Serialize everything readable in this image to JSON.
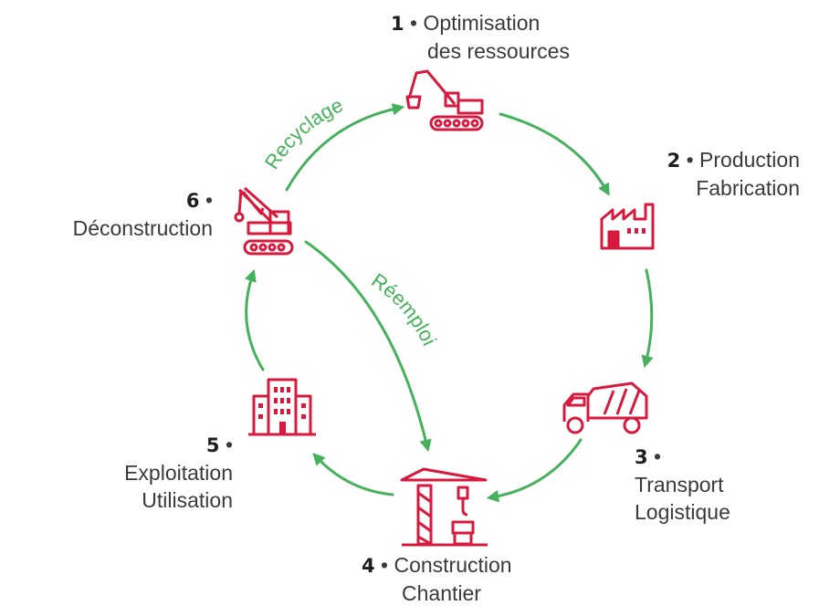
{
  "colors": {
    "icon": "#d6193c",
    "arrow": "#46b15c",
    "text": "#3a3a3a"
  },
  "steps": [
    {
      "number": "1",
      "bullet": "•",
      "line1": "Optimisation",
      "line2": "des ressources",
      "icon": "excavator-icon"
    },
    {
      "number": "2",
      "bullet": "•",
      "line1": "Production",
      "line2": "Fabrication",
      "icon": "factory-icon"
    },
    {
      "number": "3",
      "bullet": "•",
      "line1": "Transport",
      "line2": "Logistique",
      "icon": "dump-truck-icon"
    },
    {
      "number": "4",
      "bullet": "•",
      "line1": "Construction",
      "line2": "Chantier",
      "icon": "tower-crane-icon"
    },
    {
      "number": "5",
      "bullet": "•",
      "line1": "Exploitation",
      "line2": "Utilisation",
      "icon": "office-building-icon"
    },
    {
      "number": "6",
      "bullet": "•",
      "line1": "Déconstruction",
      "line2": "",
      "icon": "demolition-crane-icon"
    }
  ],
  "arrow_labels": {
    "recycling": "Recyclage",
    "reuse": "Réemploi"
  }
}
